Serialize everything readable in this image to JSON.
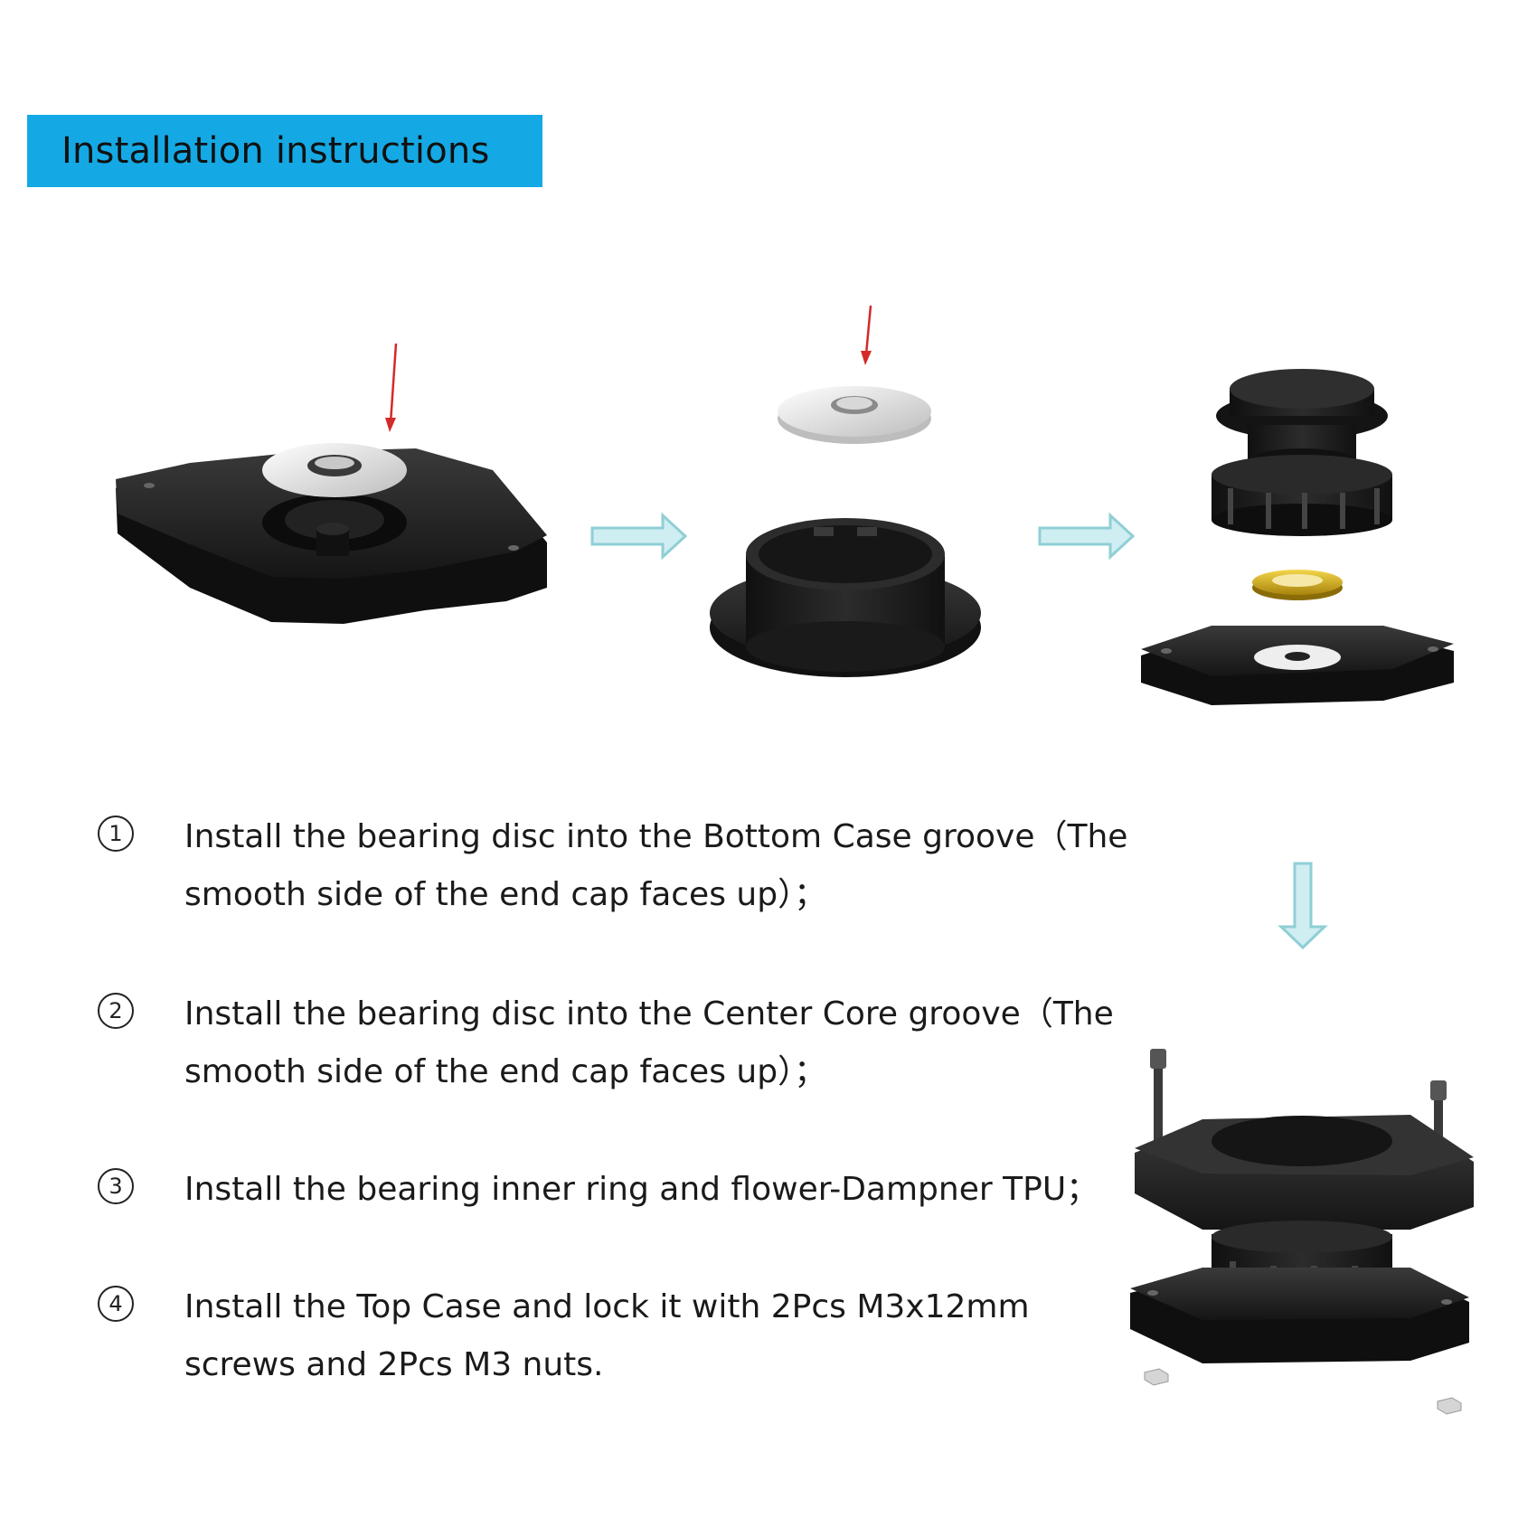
{
  "title": "Installation instructions",
  "colors": {
    "banner": "#14a9e4",
    "arrow": "#8fcfd6",
    "marker": "#d42a2a",
    "parts": "#1e1e1e",
    "washer": "#e6e6e6",
    "bearing": "#d9b21c"
  },
  "icons": [
    "red-pointer-arrow-icon",
    "right-flow-arrow-icon",
    "down-flow-arrow-icon"
  ],
  "steps": [
    {
      "number": "1",
      "text": "Install the bearing disc into the Bottom Case groove（The smooth side of the end cap faces up）；"
    },
    {
      "number": "2",
      "text": "Install the bearing disc into the Center Core groove（The smooth side of the end cap faces up）；"
    },
    {
      "number": "3",
      "text": "Install the bearing inner ring and flower-Dampner TPU；"
    },
    {
      "number": "4",
      "text": "Install the Top Case and lock it with 2Pcs M3x12mm screws and 2Pcs M3 nuts."
    }
  ]
}
